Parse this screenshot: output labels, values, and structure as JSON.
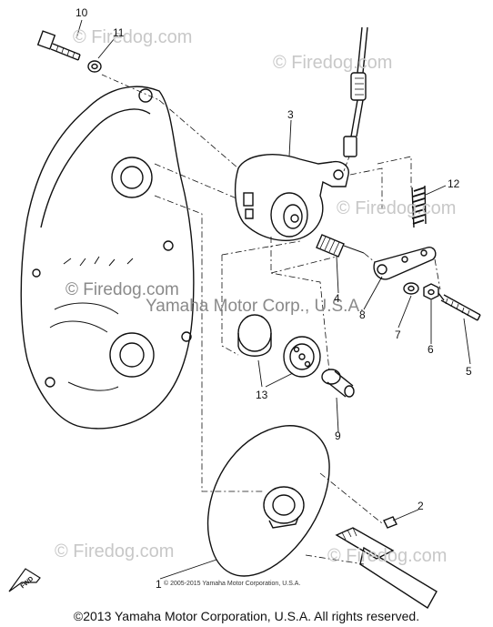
{
  "watermarks": {
    "top": "© Firedog.com",
    "mid_left": "© Firedog.com",
    "mid_right": "Yamaha Motor Corp., U.S.A.",
    "faint_1": "© Firedog.com",
    "faint_2": "© Firedog.com",
    "faint_3": "© Firedog.com",
    "faint_4": "© Firedog.com"
  },
  "fwd_label": "FWD",
  "small_copyright": "© 2005-2015 Yamaha Motor Corporation, U.S.A.",
  "footer": "©2013 Yamaha Motor Corporation, U.S.A. All rights reserved.",
  "callouts": [
    "1",
    "2",
    "3",
    "4",
    "5",
    "6",
    "7",
    "8",
    "9",
    "10",
    "11",
    "12",
    "13"
  ]
}
